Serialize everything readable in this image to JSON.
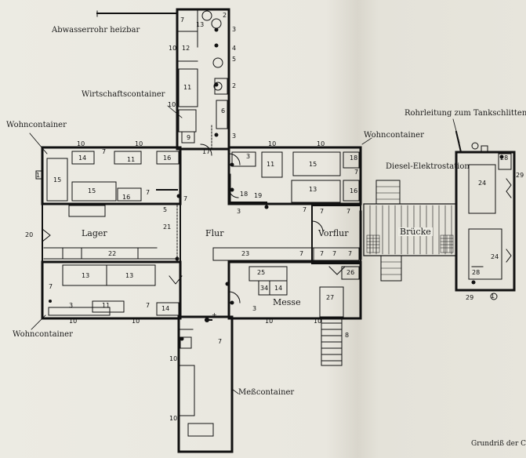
{
  "labels": {
    "abwasser": "Abwasserrohr heizbar",
    "wirtschaft": "Wirtschaftscontainer",
    "wohn_nw": "Wohncontainer",
    "wohn_ne": "Wohncontainer",
    "wohn_sw": "Wohncontainer",
    "diesel": "Diesel-Elektrostation",
    "rohr": "Rohrleitung zum Tankschlitten",
    "lager": "Lager",
    "flur": "Flur",
    "vorflur": "Vorflur",
    "bruecke": "Brücke",
    "messe": "Messe",
    "mess": "Meßcontainer",
    "caption": "Grundriß der Co"
  },
  "numbers": {
    "n1": "7",
    "n2": "13",
    "n3": "2",
    "n4": "3",
    "n5": "4",
    "n6": "5",
    "n7": "12",
    "n8": "10",
    "n9": "11",
    "n10": "2",
    "n11": "6",
    "n12": "3",
    "n13": "9",
    "n14": "10",
    "n15": "17",
    "n16": "10",
    "n17": "10",
    "n18": "14",
    "n19": "7",
    "n20": "11",
    "n21": "16",
    "n22": "15",
    "n23": "15",
    "n24": "16",
    "n25": "7",
    "n26": "5",
    "n27": "1",
    "n28": "10",
    "n29": "10",
    "n30": "3",
    "n31": "11",
    "n32": "15",
    "n33": "18",
    "n34": "7",
    "n35": "16",
    "n36": "13",
    "n37": "18",
    "n38": "19",
    "n39": "3",
    "n40": "7",
    "n41": "7",
    "n42": "21",
    "n43": "20",
    "n44": "22",
    "n45": "23",
    "n46": "7",
    "n47": "7",
    "n48": "7",
    "n49": "7",
    "n50": "13",
    "n51": "13",
    "n52": "7",
    "n53": "3",
    "n54": "11",
    "n55": "7",
    "n56": "14",
    "n57": "10",
    "n58": "10",
    "n59": "25",
    "n60": "34",
    "n61": "14",
    "n62": "26",
    "n63": "27",
    "n64": "3",
    "n65": "10",
    "n66": "10",
    "n67": "8",
    "n68": "10",
    "n69": "7",
    "n70": "10",
    "n71": "+",
    "n72": "28",
    "n73": "29",
    "n74": "24",
    "n75": "24",
    "n76": "28",
    "n77": "29",
    "n78": "1",
    "n79": "7",
    "n80": "7"
  }
}
